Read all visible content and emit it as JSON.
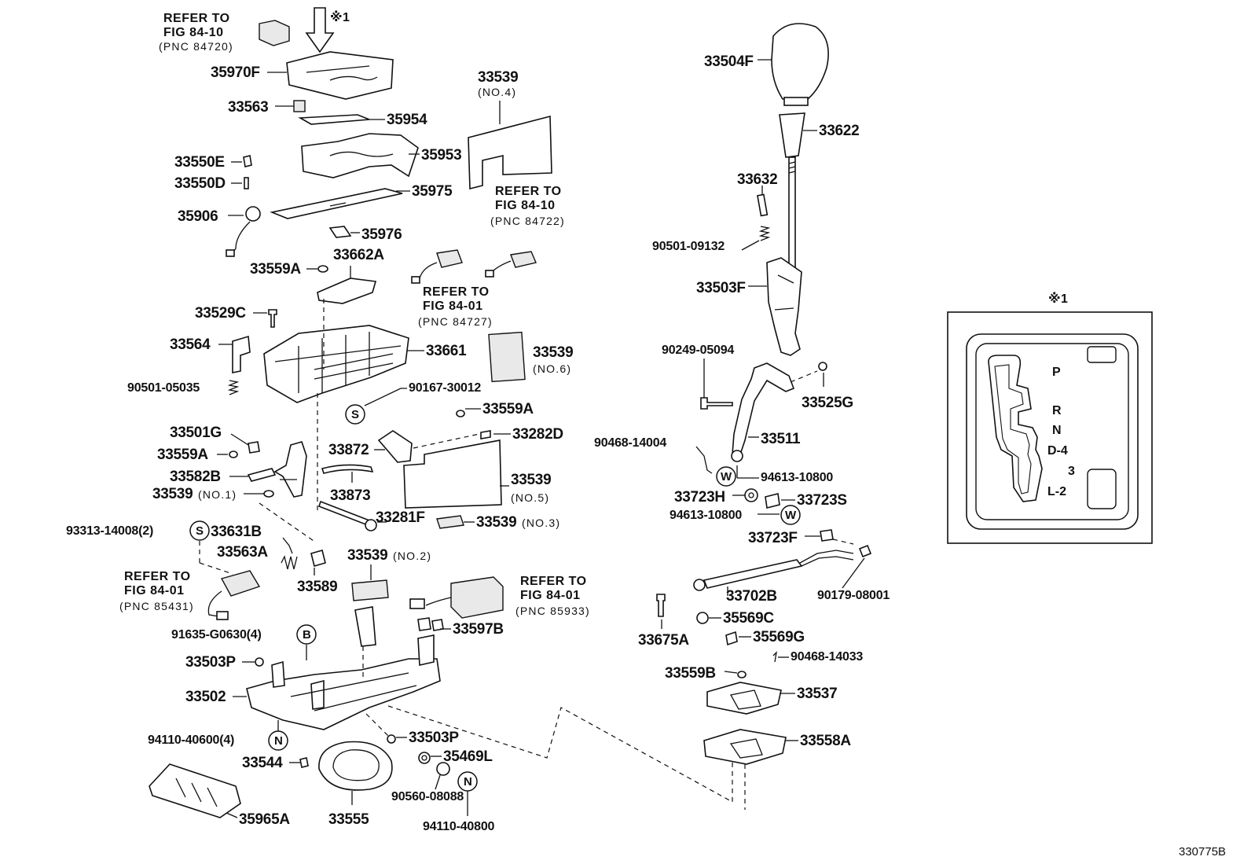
{
  "diagram_id": "330775B",
  "marker": "※1",
  "references": {
    "r1": {
      "l1": "REFER TO",
      "l2": "FIG 84-10",
      "l3": "(PNC 84720)"
    },
    "r2": {
      "l1": "REFER TO",
      "l2": "FIG 84-10",
      "l3": "(PNC 84722)"
    },
    "r3": {
      "l1": "REFER TO",
      "l2": "FIG 84-01",
      "l3": "(PNC 84727)"
    },
    "r4": {
      "l1": "REFER TO",
      "l2": "FIG 84-01",
      "l3": "(PNC 85431)"
    },
    "r5": {
      "l1": "REFER TO",
      "l2": "FIG 84-01",
      "l3": "(PNC 85933)"
    }
  },
  "parts": {
    "p35970F": "35970F",
    "p33563": "33563",
    "p35954": "35954",
    "p33539_4": "33539",
    "p33539_4n": "(NO.4)",
    "p35953": "35953",
    "p33550E": "33550E",
    "p33550D": "33550D",
    "p35975": "35975",
    "p35906": "35906",
    "p35976": "35976",
    "p33559A_1": "33559A",
    "p33662A": "33662A",
    "p33529C": "33529C",
    "p33564": "33564",
    "p33661": "33661",
    "p33539_6": "33539",
    "p33539_6n": "(NO.6)",
    "p90501_05035": "90501-05035",
    "p90167_30012": "90167-30012",
    "p33559A_2": "33559A",
    "p33501G": "33501G",
    "p33282D": "33282D",
    "p33559A_3": "33559A",
    "p33872": "33872",
    "p33582B": "33582B",
    "p33539_5": "33539",
    "p33539_5n": "(NO.5)",
    "p33539_1": "33539",
    "p33539_1n": "(NO.1)",
    "p33873": "33873",
    "p33281F": "33281F",
    "p33539_3": "33539",
    "p33539_3n": "(NO.3)",
    "p93313": "93313-14008(2)",
    "p33631B": "33631B",
    "p33563A": "33563A",
    "p33539_2": "33539",
    "p33539_2n": "(NO.2)",
    "p33589": "33589",
    "p91635": "91635-G0630(4)",
    "p33597B": "33597B",
    "p33503P_1": "33503P",
    "p33502": "33502",
    "p94110_40600": "94110-40600(4)",
    "p33503P_2": "33503P",
    "p33544": "33544",
    "p35469L": "35469L",
    "p90560": "90560-08088",
    "p35965A": "35965A",
    "p33555": "33555",
    "p94110_40800": "94110-40800",
    "p33504F": "33504F",
    "p33622": "33622",
    "p33632": "33632",
    "p90501_09132": "90501-09132",
    "p33503F": "33503F",
    "p90249": "90249-05094",
    "p33525G": "33525G",
    "p33511": "33511",
    "p90468_14004": "90468-14004",
    "p94613_1": "94613-10800",
    "p33723H": "33723H",
    "p33723S": "33723S",
    "p94613_2": "94613-10800",
    "p33723F": "33723F",
    "p33702B": "33702B",
    "p90179": "90179-08001",
    "p33675A": "33675A",
    "p35569C": "35569C",
    "p35569G": "35569G",
    "p90468_14033": "90468-14033",
    "p33559B": "33559B",
    "p33537": "33537",
    "p33558A": "33558A"
  },
  "circle_letters": {
    "S": "S",
    "B": "B",
    "N": "N",
    "W": "W"
  },
  "gear_positions": [
    "P",
    "R",
    "N",
    "D-4",
    "3",
    "L-2"
  ]
}
